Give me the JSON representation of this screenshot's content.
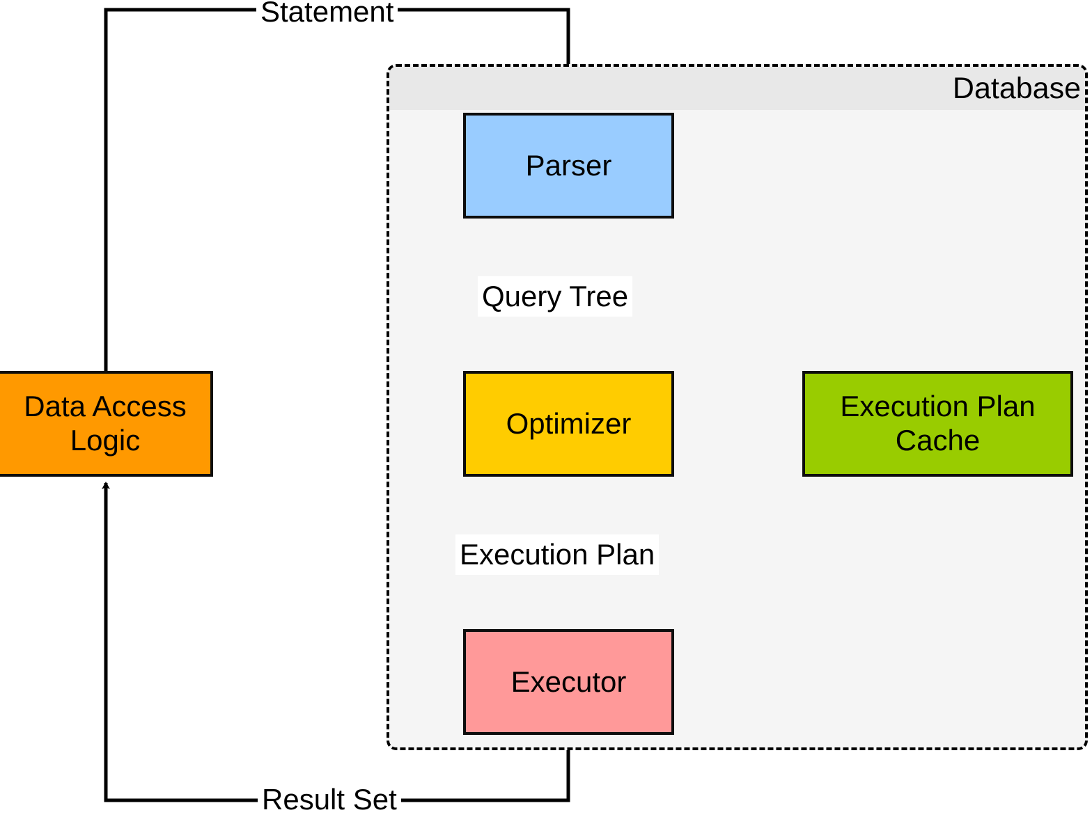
{
  "diagram": {
    "title": "Database query processing flow",
    "container": {
      "label": "Database",
      "style": "dashed",
      "fill": "#f5f5f5",
      "header_fill": "#e8e8e8"
    },
    "nodes": [
      {
        "id": "data-access-logic",
        "label": "Data Access Logic",
        "color": "#FF9900",
        "border": "#0d0d0d",
        "inside_database": false
      },
      {
        "id": "parser",
        "label": "Parser",
        "color": "#99CCFF",
        "border": "#0d0d0d",
        "inside_database": true
      },
      {
        "id": "optimizer",
        "label": "Optimizer",
        "color": "#FFCC00",
        "border": "#0d0d0d",
        "inside_database": true
      },
      {
        "id": "execution-plan-cache",
        "label": "Execution Plan Cache",
        "color": "#99CC00",
        "border": "#0d0d0d",
        "inside_database": true
      },
      {
        "id": "executor",
        "label": "Executor",
        "color": "#FF9999",
        "border": "#0d0d0d",
        "inside_database": true
      }
    ],
    "edges": [
      {
        "id": "statement",
        "from": "data-access-logic",
        "to": "parser",
        "label": "Statement",
        "arrow": true
      },
      {
        "id": "query-tree",
        "from": "parser",
        "to": "optimizer",
        "label": "Query Tree",
        "arrow": true
      },
      {
        "id": "plan-cache",
        "from": "optimizer",
        "to": "execution-plan-cache",
        "label": "",
        "arrow": true
      },
      {
        "id": "exec-plan",
        "from": "optimizer",
        "to": "executor",
        "label": "Execution Plan",
        "arrow": true
      },
      {
        "id": "result-set",
        "from": "executor",
        "to": "data-access-logic",
        "label": "Result Set",
        "arrow": true
      }
    ]
  }
}
